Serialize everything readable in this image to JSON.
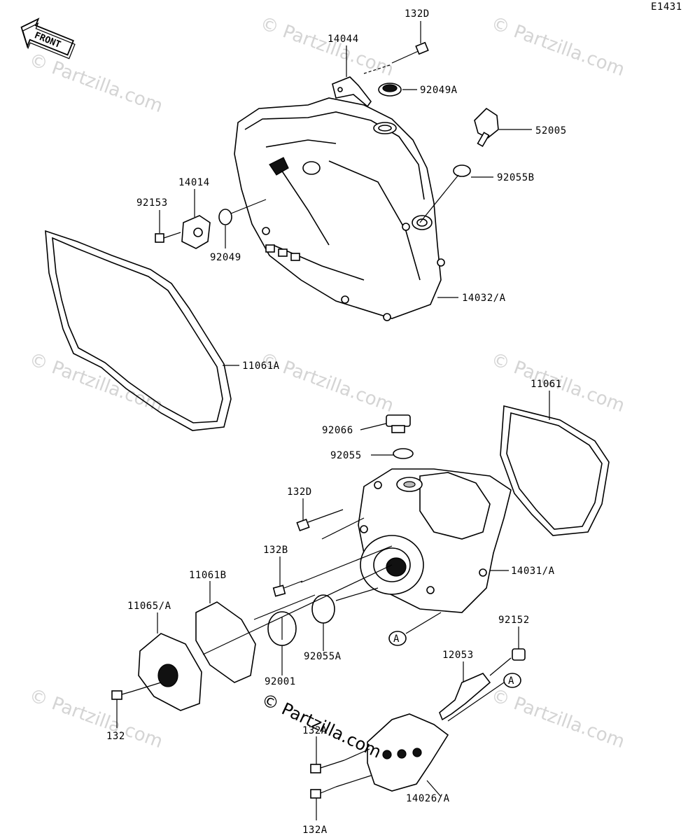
{
  "diagram_code": "E1431",
  "front_label": "FRONT",
  "watermark": "© Partzilla.com",
  "center_watermark": "© Partzilla.com",
  "labels": {
    "p132D_top": "132D",
    "p14044": "14044",
    "p92049A": "92049A",
    "p52005": "52005",
    "p92055B": "92055B",
    "p14014": "14014",
    "p92153": "92153",
    "p92049": "92049",
    "p14032A": "14032/A",
    "p11061A": "11061A",
    "p11061": "11061",
    "p92066": "92066",
    "p92055": "92055",
    "p132D_mid": "132D",
    "p132B": "132B",
    "p11061B": "11061B",
    "p14031A": "14031/A",
    "p11065A": "11065/A",
    "p92055A": "92055A",
    "p92001": "92001",
    "p92152": "92152",
    "p12053": "12053",
    "p132": "132",
    "p132A_top": "132A",
    "p14026A": "14026/A",
    "p132A_bot": "132A",
    "refA1": "A",
    "refA2": "A"
  }
}
